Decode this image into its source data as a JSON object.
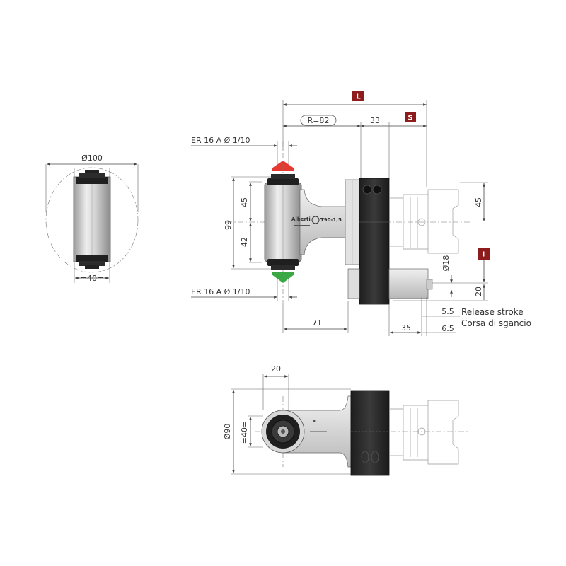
{
  "colors": {
    "badge": "#8e1c1c",
    "red_arrow": "#e53a2f",
    "green_arrow": "#3aa845",
    "body_dark": "#2a2a2a"
  },
  "left_view": {
    "diameter": "Ø100",
    "width": "=40="
  },
  "top": {
    "badge_L": "L",
    "badge_S": "S",
    "radius": "R=82",
    "dim_33": "33",
    "er_top": "ER 16 A Ø 1/10",
    "er_bottom": "ER 16 A Ø 1/10",
    "dim_99": "99",
    "dim_45_left": "45",
    "dim_42": "42",
    "dim_45_right": "45",
    "badge_I": "I",
    "dim_18": "Ø18",
    "dim_20": "20",
    "dim_71": "71",
    "dim_35": "35",
    "dim_5_5": "5.5",
    "dim_6_5": "6.5",
    "release_en": "Release stroke",
    "release_it": "Corsa di sgancio",
    "brand": "Alberti",
    "model": "T90-1,5"
  },
  "bottom_view": {
    "dim_20": "20",
    "dim_90": "Ø90",
    "dim_40": "=40="
  }
}
